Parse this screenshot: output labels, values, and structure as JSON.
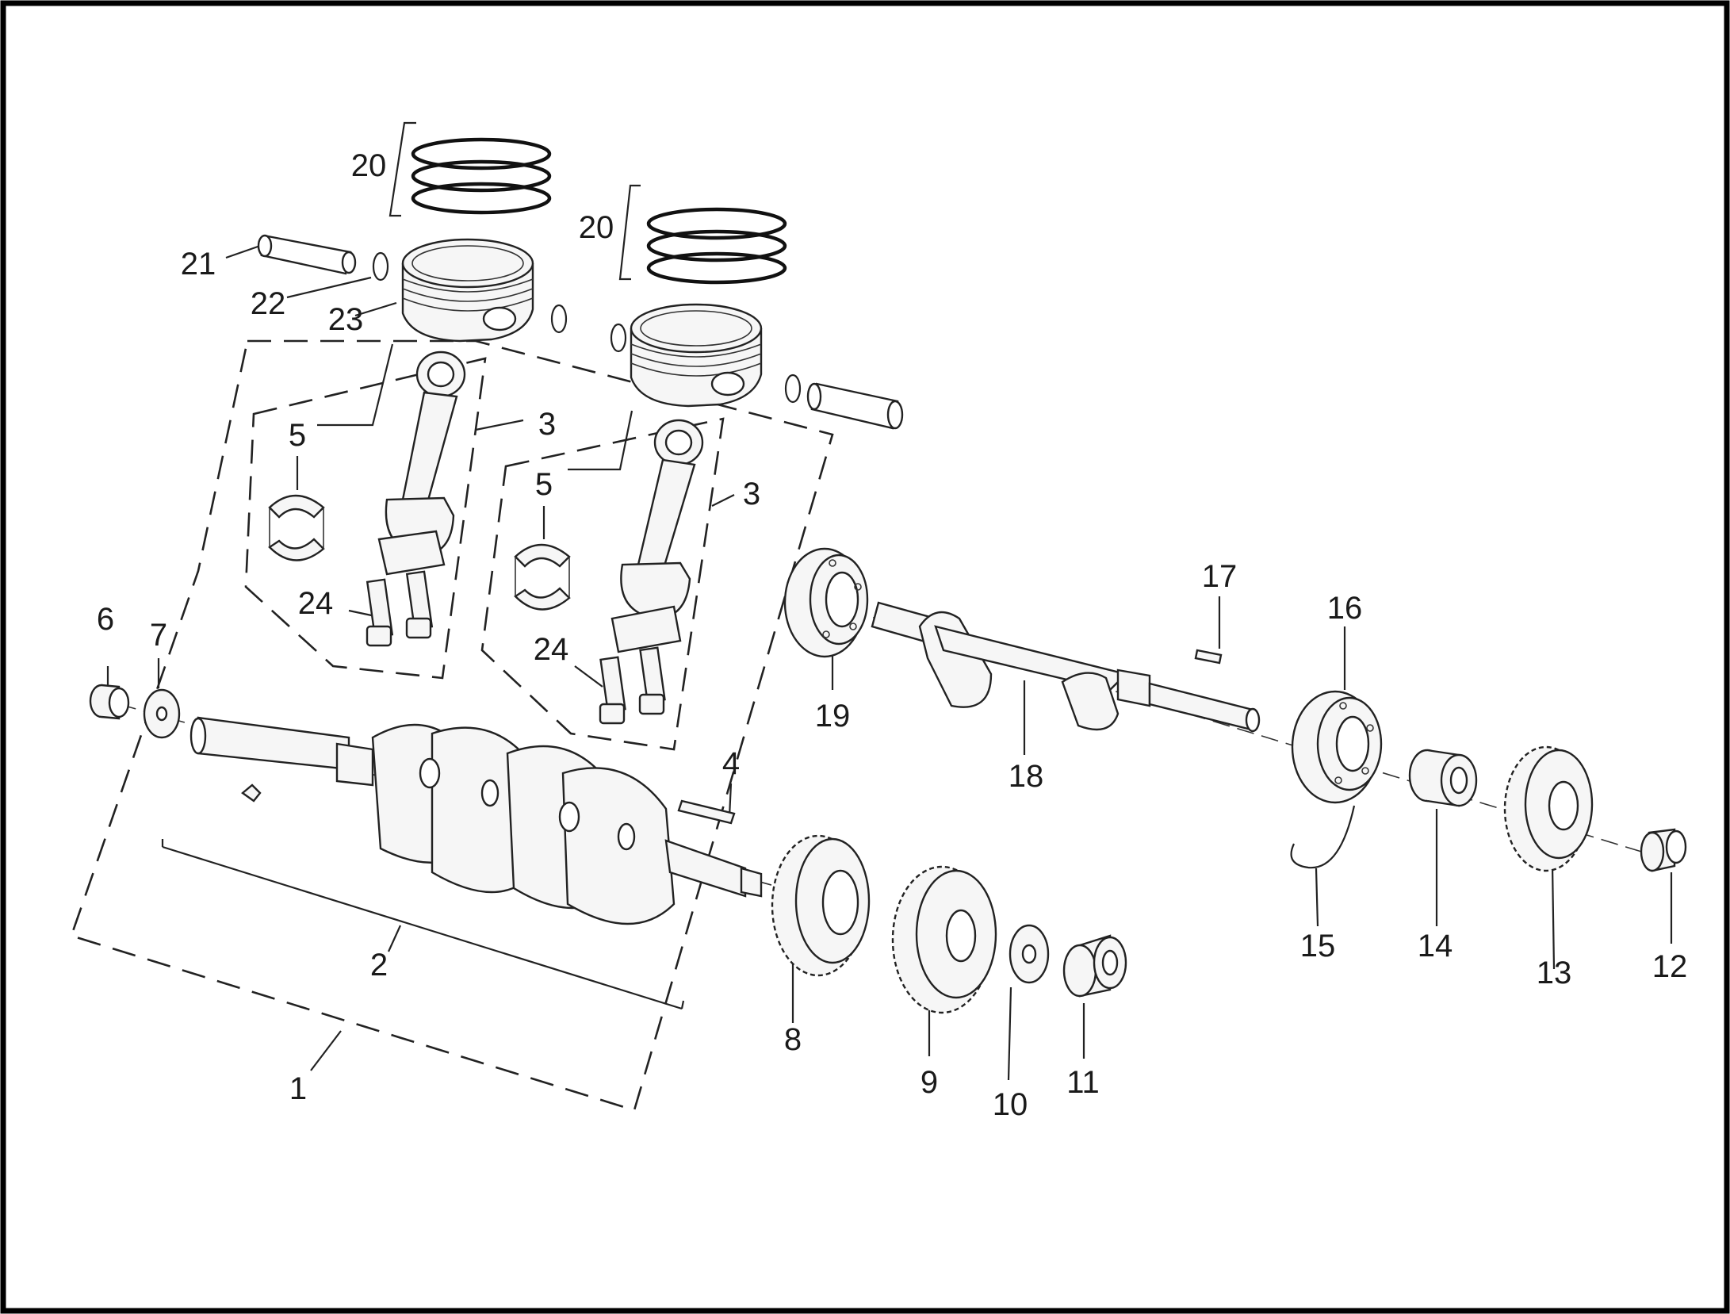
{
  "diagram": {
    "callouts": [
      {
        "id": "c1",
        "text": "1"
      },
      {
        "id": "c2",
        "text": "2"
      },
      {
        "id": "c3a",
        "text": "3"
      },
      {
        "id": "c3b",
        "text": "3"
      },
      {
        "id": "c4",
        "text": "4"
      },
      {
        "id": "c5a",
        "text": "5"
      },
      {
        "id": "c5b",
        "text": "5"
      },
      {
        "id": "c6",
        "text": "6"
      },
      {
        "id": "c7",
        "text": "7"
      },
      {
        "id": "c8",
        "text": "8"
      },
      {
        "id": "c9",
        "text": "9"
      },
      {
        "id": "c10",
        "text": "10"
      },
      {
        "id": "c11",
        "text": "11"
      },
      {
        "id": "c12",
        "text": "12"
      },
      {
        "id": "c13",
        "text": "13"
      },
      {
        "id": "c14",
        "text": "14"
      },
      {
        "id": "c15",
        "text": "15"
      },
      {
        "id": "c16",
        "text": "16"
      },
      {
        "id": "c17",
        "text": "17"
      },
      {
        "id": "c18",
        "text": "18"
      },
      {
        "id": "c19",
        "text": "19"
      },
      {
        "id": "c20a",
        "text": "20"
      },
      {
        "id": "c20b",
        "text": "20"
      },
      {
        "id": "c21",
        "text": "21"
      },
      {
        "id": "c22",
        "text": "22"
      },
      {
        "id": "c23",
        "text": "23"
      },
      {
        "id": "c24a",
        "text": "24"
      },
      {
        "id": "c24b",
        "text": "24"
      }
    ]
  },
  "colors": {
    "ink": "#222222",
    "paper": "#ffffff",
    "frame": "#000000"
  }
}
